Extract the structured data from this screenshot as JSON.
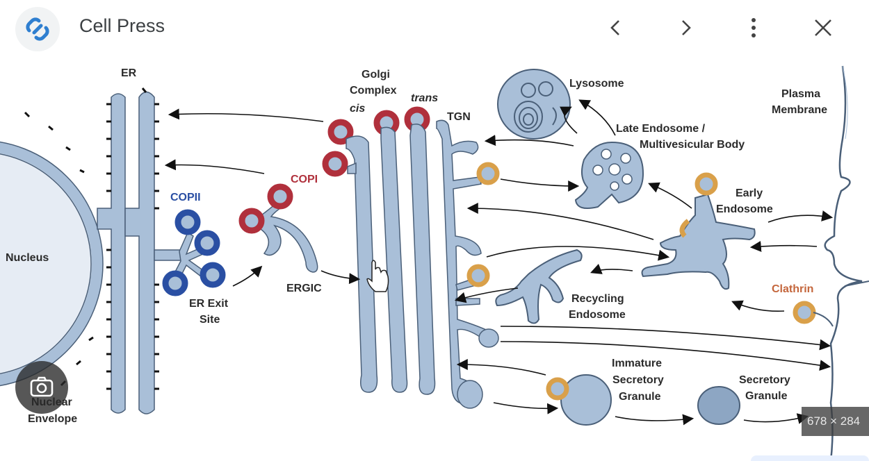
{
  "header": {
    "site_name": "Cell Press",
    "logo_icon": "link-icon",
    "buttons": [
      "chevron-left-icon",
      "chevron-right-icon",
      "more-vert-icon",
      "close-icon"
    ]
  },
  "diagram": {
    "labels": {
      "er": "ER",
      "nucleus": "Nucleus",
      "nuclear_envelope_1": "Nuclear",
      "nuclear_envelope_2": "Envelope",
      "copii": "COPII",
      "er_exit_1": "ER Exit",
      "er_exit_2": "Site",
      "copi": "COPI",
      "ergic": "ERGIC",
      "golgi_1": "Golgi",
      "golgi_2": "Complex",
      "cis": "cis",
      "trans": "trans",
      "tgn": "TGN",
      "lysosome": "Lysosome",
      "late_endo_1": "Late Endosome /",
      "late_endo_2": "Multivesicular Body",
      "plasma_1": "Plasma",
      "plasma_2": "Membrane",
      "early_endo_1": "Early",
      "early_endo_2": "Endosome",
      "clathrin": "Clathrin",
      "recycling_1": "Recycling",
      "recycling_2": "Endosome",
      "immature_1": "Immature",
      "immature_2": "Secretory",
      "immature_3": "Granule",
      "secretory_1": "Secretory",
      "secretory_2": "Granule"
    },
    "colors": {
      "membrane": "#a9bfd8",
      "membrane_stroke": "#4a5f78",
      "copii": "#2a4fa3",
      "copi": "#b0303c",
      "clathrin": "#d9a04a"
    }
  },
  "overlay": {
    "lens_icon": "google-lens-icon",
    "dimensions": "678 × 284"
  }
}
